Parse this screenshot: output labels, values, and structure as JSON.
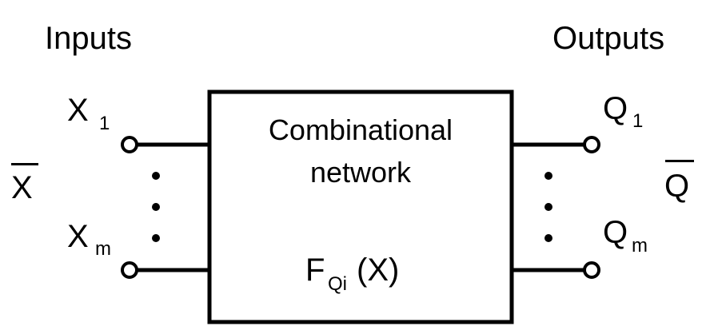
{
  "labels": {
    "inputs": "Inputs",
    "outputs": "Outputs",
    "input_first_base": "X",
    "input_first_sub": "1",
    "input_last_base": "X",
    "input_last_sub": "m",
    "input_vector": "X",
    "output_first_base": "Q",
    "output_first_sub": "1",
    "output_last_base": "Q",
    "output_last_sub": "m",
    "output_vector": "Q"
  },
  "block": {
    "line1": "Combinational",
    "line2": "network",
    "func_base": "F",
    "func_sub": "Qi",
    "func_arg": " (X)"
  }
}
